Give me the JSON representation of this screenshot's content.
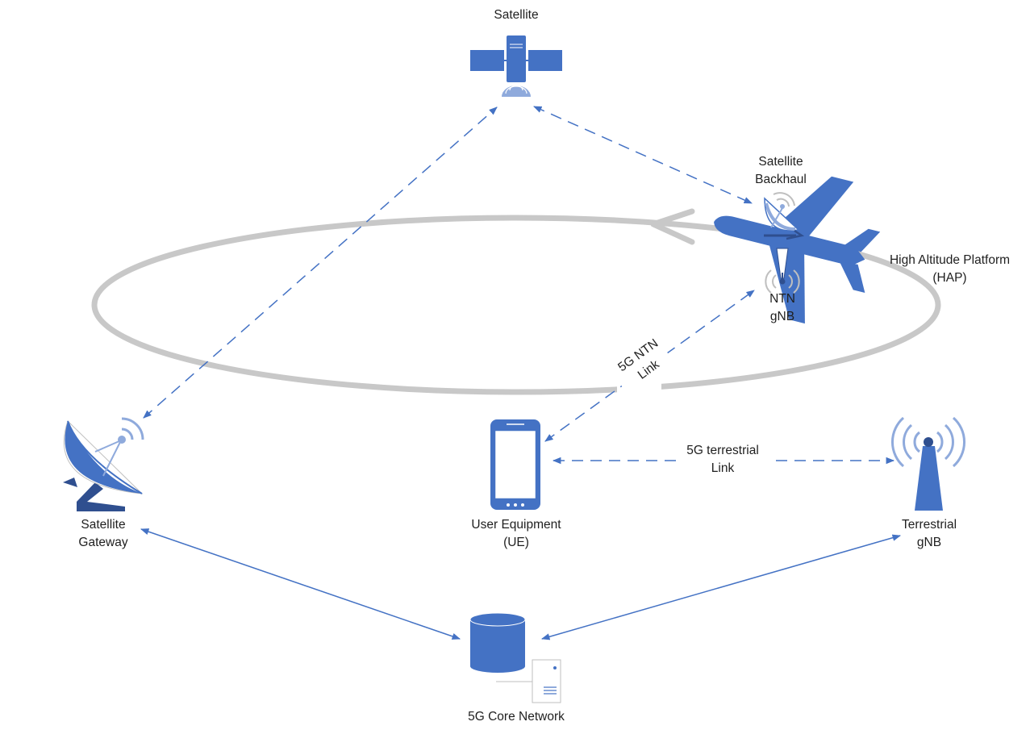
{
  "nodes": {
    "satellite": {
      "label_lines": [
        "Satellite"
      ]
    },
    "satellite_backhaul": {
      "label_lines": [
        "Satellite",
        "Backhaul"
      ]
    },
    "hap": {
      "label_lines": [
        "High Altitude Platform",
        "(HAP)"
      ]
    },
    "ntn_gnb": {
      "label_lines": [
        "NTN",
        "gNB"
      ]
    },
    "satellite_gateway": {
      "label_lines": [
        "Satellite",
        "Gateway"
      ]
    },
    "user_equipment": {
      "label_lines": [
        "User Equipment",
        "(UE)"
      ]
    },
    "terrestrial_gnb": {
      "label_lines": [
        "Terrestrial",
        "gNB"
      ]
    },
    "core_network": {
      "label_lines": [
        "5G Core Network"
      ]
    }
  },
  "links": {
    "ntn_link": {
      "label_lines": [
        "5G NTN",
        "Link"
      ]
    },
    "terrestrial_link": {
      "label_lines": [
        "5G terrestrial",
        "Link"
      ]
    }
  },
  "colors": {
    "accent_blue": "#4472c4",
    "dark_blue": "#2f4f8f",
    "light_blue": "#8faadc",
    "orbit_gray": "#c8c8c8",
    "outline_gray": "#bfbfbf"
  },
  "icons": {
    "satellite": "satellite-icon",
    "aircraft": "aircraft-icon",
    "backhaul_dish": "satellite-dish-icon",
    "ntn_antenna": "antenna-icon",
    "gateway_dish": "satellite-dish-icon",
    "phone": "smartphone-icon",
    "tower": "cell-tower-icon",
    "database": "database-icon",
    "server": "server-icon"
  }
}
